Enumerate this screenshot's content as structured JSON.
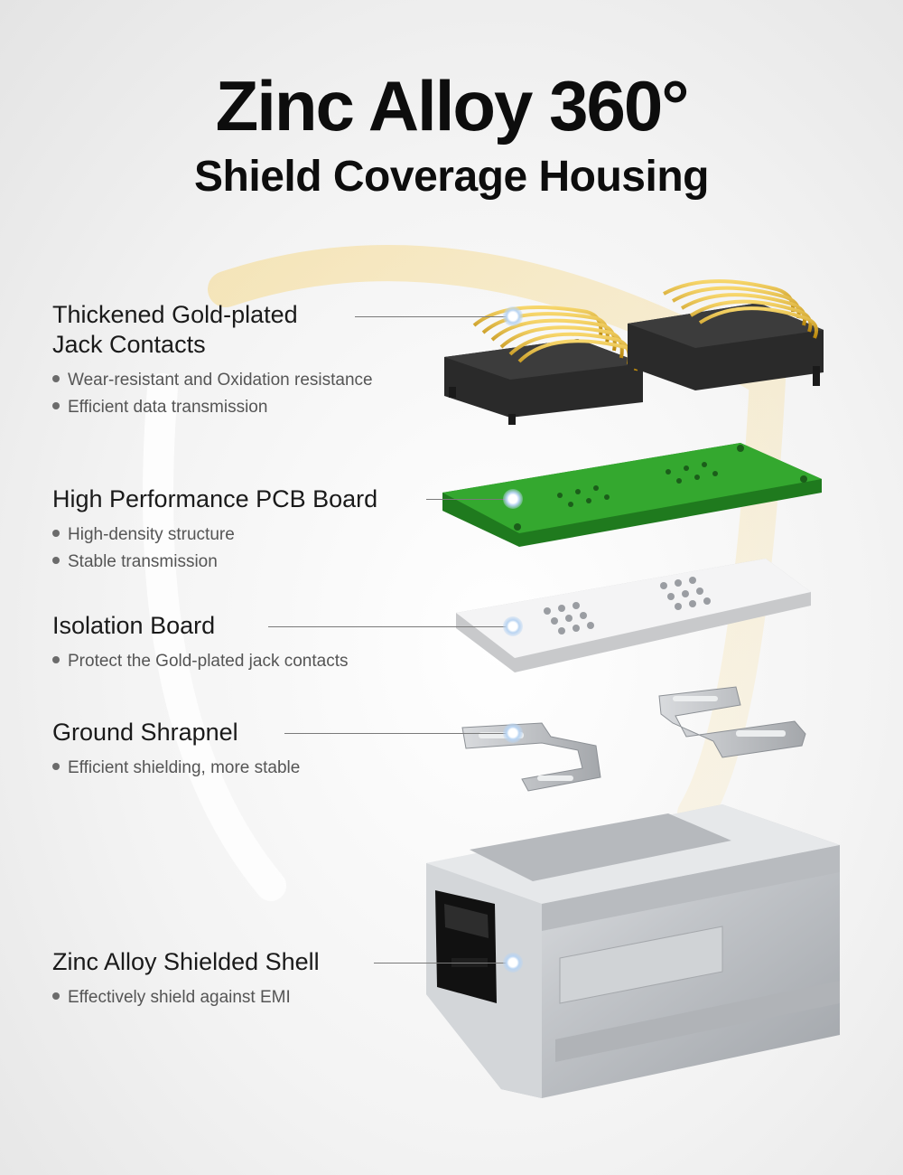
{
  "title": "Zinc Alloy 360°",
  "subtitle": "Shield Coverage Housing",
  "features": [
    {
      "heading": "Thickened Gold-plated\nJack Contacts",
      "bullets": [
        "Wear-resistant and Oxidation resistance",
        "Efficient data transmission"
      ]
    },
    {
      "heading": "High Performance PCB Board",
      "bullets": [
        "High-density structure",
        "Stable transmission"
      ]
    },
    {
      "heading": "Isolation Board",
      "bullets": [
        "Protect the Gold-plated jack contacts"
      ]
    },
    {
      "heading": "Ground Shrapnel",
      "bullets": [
        "Efficient shielding, more stable"
      ]
    },
    {
      "heading": "Zinc Alloy Shielded Shell",
      "bullets": [
        "Effectively shield against EMI"
      ]
    }
  ],
  "colors": {
    "gold": "#e0b21e",
    "pcb_green": "#2f9e2a",
    "shell_silver": "#c9ccd0",
    "housing_black": "#222222",
    "halo_yellow": "#f6d98a"
  }
}
